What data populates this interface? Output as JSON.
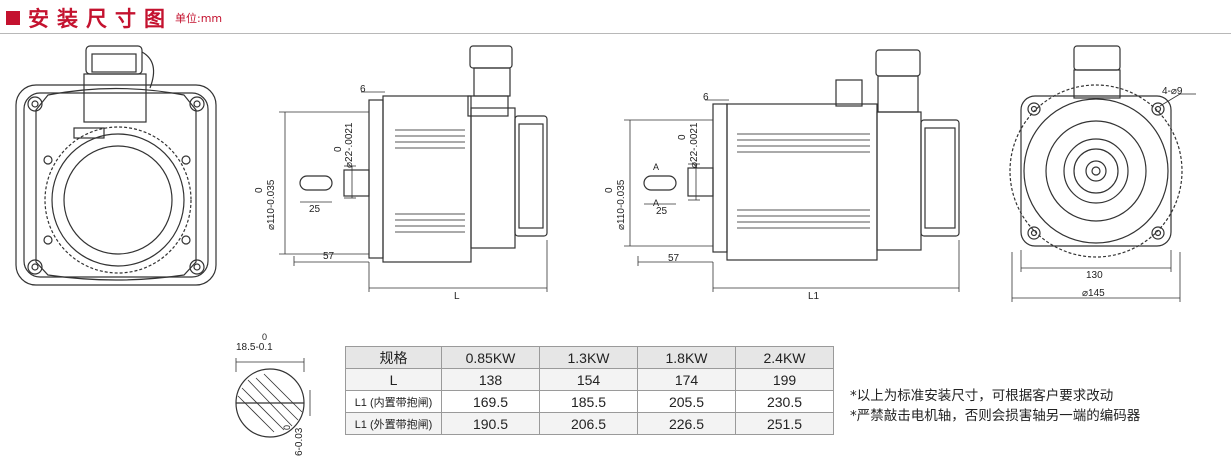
{
  "header": {
    "title": "安装尺寸图",
    "unit": "单位:mm"
  },
  "dims": {
    "keyway_top": "6",
    "shaft_tol": "0",
    "shaft_dia": "⌀22-.0021",
    "flange_tol": "0",
    "flange_dia": "⌀110-0.035",
    "key_len": "25",
    "shaft_len": "57",
    "length_L": "L",
    "length_L1": "L1",
    "section_A": "A",
    "square": "130",
    "pcd": "⌀145",
    "holes": "4-⌀9",
    "key_height_tol": "0",
    "key_height": "18.5-0.1",
    "key_width_tol": "0",
    "key_width": "6-0.03"
  },
  "table": {
    "header": [
      "规格",
      "0.85KW",
      "1.3KW",
      "1.8KW",
      "2.4KW"
    ],
    "rows": [
      {
        "label": "L",
        "values": [
          "138",
          "154",
          "174",
          "199"
        ]
      },
      {
        "label": "L1 (内置带抱闸)",
        "values": [
          "169.5",
          "185.5",
          "205.5",
          "230.5"
        ]
      },
      {
        "label": "L1 (外置带抱闸)",
        "values": [
          "190.5",
          "206.5",
          "226.5",
          "251.5"
        ]
      }
    ]
  },
  "notes": [
    "*以上为标准安装尺寸，可根据客户要求改动",
    "*严禁敲击电机轴，否则会损害轴另一端的编码器"
  ]
}
